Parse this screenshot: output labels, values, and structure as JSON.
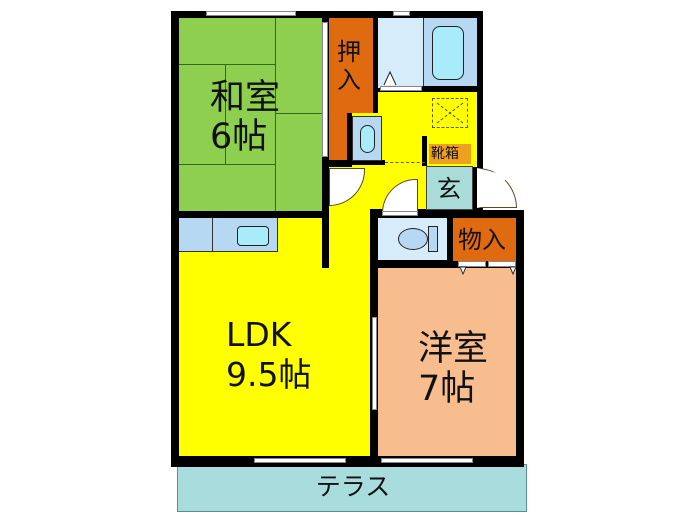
{
  "floorplan": {
    "colors": {
      "wall": "#000000",
      "washitsu": "#8fcf4f",
      "tatami_line": "#2f6b1a",
      "closet": "#e06a10",
      "hallway": "#ffff00",
      "ldk": "#ffff00",
      "yoshitsu": "#f7bd8e",
      "wet_area": "#d6ecfb",
      "bathtub": "#a8ecfa",
      "entrance": "#a9dcd8",
      "shoe_box": "#f0a020",
      "terrace": "#a9dcdc",
      "kitchen_counter": "#b7d8f3"
    },
    "rooms": {
      "washitsu": {
        "name": "和室",
        "size": "6帖"
      },
      "oshiire": {
        "name_line1": "押",
        "name_line2": "入"
      },
      "ldk": {
        "name": "LDK",
        "size": "9.5帖"
      },
      "yoshitsu": {
        "name": "洋室",
        "size": "7帖"
      },
      "monoire": {
        "name": "物入"
      },
      "genkan": {
        "name": "玄"
      },
      "getabako": {
        "name": "靴箱"
      },
      "terrace": {
        "name": "テラス"
      }
    }
  }
}
